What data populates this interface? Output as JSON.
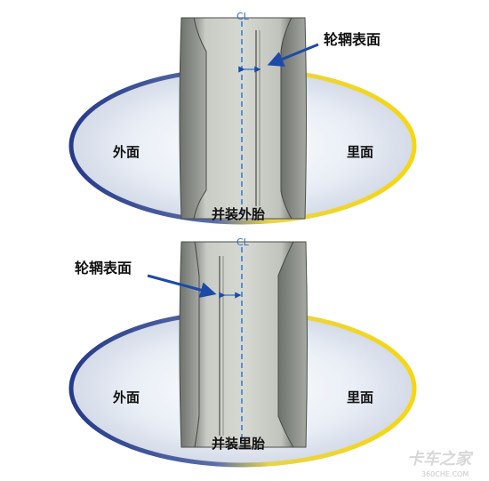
{
  "top": {
    "outer_face": "外面",
    "inner_face": "里面",
    "caption": "并装外胎",
    "rim_label": "轮辋表面",
    "centerline": "CL"
  },
  "bottom": {
    "outer_face": "外面",
    "inner_face": "里面",
    "caption": "并装里胎",
    "rim_label": "轮辋表面",
    "centerline": "CL"
  },
  "watermark": {
    "brand": "卡车之家",
    "site": "360CHE.COM"
  },
  "colors": {
    "ellipse_border_left": "#2a3f8f",
    "ellipse_border_right": "#f2d21a",
    "centerline": "#2a6fd0",
    "arrow": "#1d4aa8",
    "rim": "#b8bbb4"
  }
}
